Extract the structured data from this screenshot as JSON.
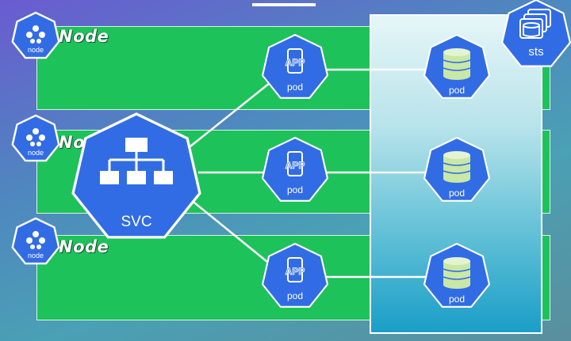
{
  "diagram": {
    "nodes": [
      {
        "label": "Node",
        "icon_text": "node"
      },
      {
        "label": "No",
        "icon_text": "node"
      },
      {
        "label": "Node",
        "icon_text": "node"
      }
    ],
    "service": {
      "label": "SVC",
      "icon": "network-hierarchy-icon"
    },
    "app_pods": [
      {
        "glyph": "APP",
        "label": "pod"
      },
      {
        "glyph": "APP",
        "label": "pod"
      },
      {
        "glyph": "APP",
        "label": "pod"
      }
    ],
    "db_pods": [
      {
        "label": "pod",
        "icon": "database-icon"
      },
      {
        "label": "pod",
        "icon": "database-icon"
      },
      {
        "label": "pod",
        "icon": "database-icon"
      }
    ],
    "statefulset": {
      "label": "sts",
      "icon": "stacked-database-icon"
    },
    "colors": {
      "k8s_blue": "#326ce5",
      "node_green": "#1ec25a",
      "db_green": "#c9e7a6",
      "connector": "#ffffff"
    }
  }
}
